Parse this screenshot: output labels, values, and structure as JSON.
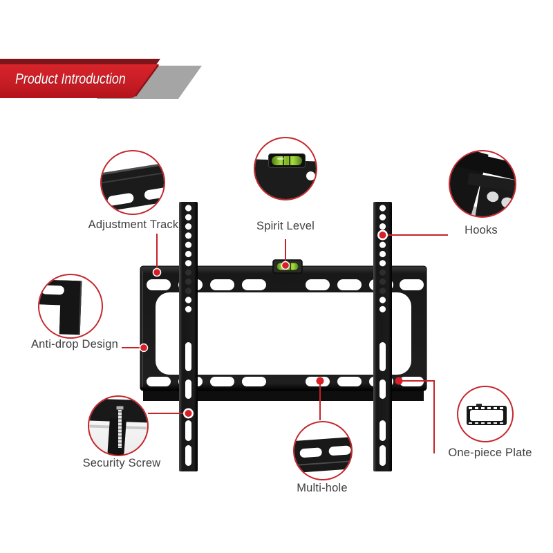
{
  "banner": {
    "title": "Product Introduction"
  },
  "callouts": [
    {
      "id": "adjustment-track",
      "label": "Adjustment Track"
    },
    {
      "id": "spirit-level",
      "label": "Spirit Level"
    },
    {
      "id": "hooks",
      "label": "Hooks"
    },
    {
      "id": "anti-drop-design",
      "label": "Anti-drop Design"
    },
    {
      "id": "security-screw",
      "label": "Security Screw"
    },
    {
      "id": "multi-hole",
      "label": "Multi-hole"
    },
    {
      "id": "one-piece-plate",
      "label": "One-piece Plate"
    }
  ],
  "colors": {
    "accent_red": "#cf2027",
    "callout_ring_red": "#c5262c",
    "banner_red": "#c9202a",
    "banner_dark_red": "#7b151a",
    "banner_shadow_gray": "#a2a2a2",
    "label_gray": "#3d3d3d",
    "product_black": "#1b1b1b",
    "spirit_level_green": "#8fc531"
  }
}
